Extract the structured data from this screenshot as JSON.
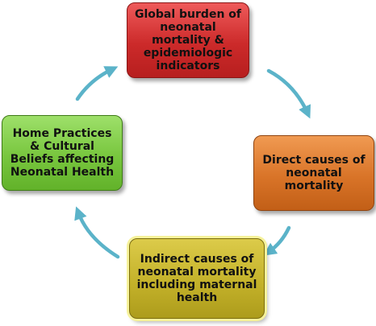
{
  "diagram": {
    "nodes": {
      "top": "Global burden of neonatal mortality & epidemiologic indicators",
      "right": "Direct causes of neonatal mortality",
      "bottom": "Indirect causes of neonatal mortality including maternal health",
      "left": "Home Practices & Cultural Beliefs affecting Neonatal Health"
    },
    "colors": {
      "top": "#cc2a2a",
      "right": "#d97428",
      "bottom": "#c4b22a",
      "left": "#78c63e",
      "arrow": "#5bb3c9",
      "bottom_glow": "#f6f29a"
    }
  }
}
